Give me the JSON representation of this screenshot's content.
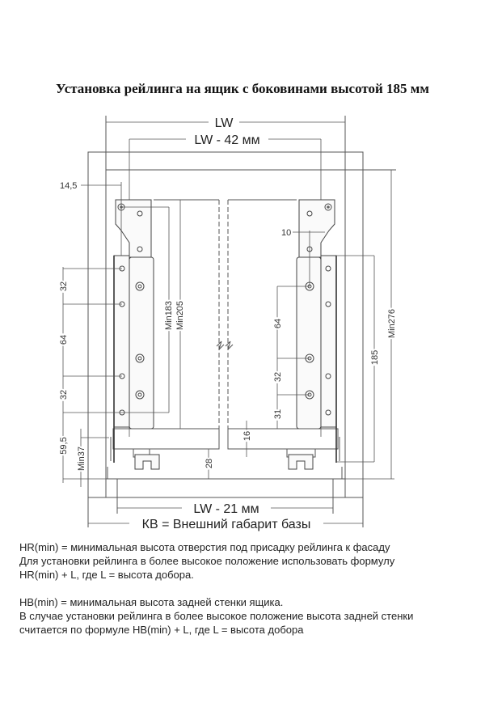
{
  "title": "Установка рейлинга на ящик с боковинами высотой 185 мм",
  "dimensions": {
    "lw": "LW",
    "lw_minus_42": "LW - 42 мм",
    "lw_minus_21": "LW -  21 мм",
    "kb": "КВ = Внешний габарит базы",
    "d14_5": "14,5",
    "d10": "10",
    "left_32_top": "32",
    "left_64": "64",
    "left_32_bottom": "32",
    "d59_5": "59,5",
    "min37": "Min37",
    "min183": "Min183",
    "min205": "Min205",
    "d28": "28",
    "d16": "16",
    "right_64": "64",
    "right_32": "32",
    "right_31": "31",
    "d185": "185",
    "min276": "Min276"
  },
  "notes": [
    "HR(min) = минимальная высота отверстия под присадку рейлинга к фасаду",
    "Для установки рейлинга в более высокое положение использовать формулу",
    "HR(min) + L,  где L = высота добора.",
    "",
    "HB(min) = минимальная высота задней стенки ящика.",
    "В случае установки рейлинга в более высокое положение высота задней стенки",
    "считается по формуле HB(min) + L, где L = высота добора"
  ]
}
